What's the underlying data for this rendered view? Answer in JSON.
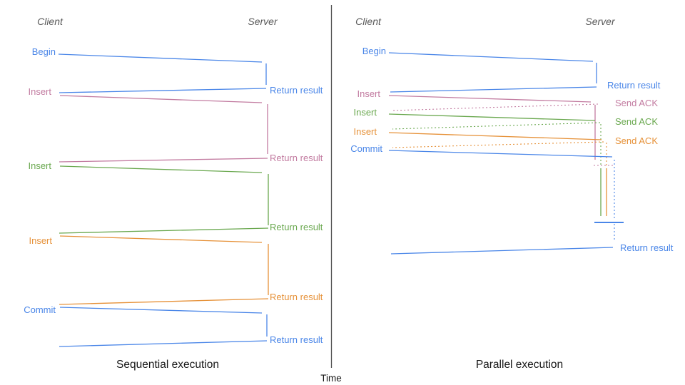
{
  "left": {
    "client_header": "Client",
    "server_header": "Server",
    "caption": "Sequential execution",
    "rows": [
      {
        "label": "Begin",
        "result": "Return result"
      },
      {
        "label": "Insert",
        "result": "Return result"
      },
      {
        "label": "Insert",
        "result": "Return result"
      },
      {
        "label": "Insert",
        "result": "Return result"
      },
      {
        "label": "Commit",
        "result": "Return result"
      }
    ]
  },
  "right": {
    "client_header": "Client",
    "server_header": "Server",
    "caption": "Parallel execution",
    "rows": [
      {
        "label": "Begin",
        "result": "Return result"
      },
      {
        "label": "Insert",
        "ack": "Send ACK"
      },
      {
        "label": "Insert",
        "ack": "Send ACK"
      },
      {
        "label": "Insert",
        "ack": "Send ACK"
      },
      {
        "label": "Commit",
        "result": "Return result"
      }
    ]
  },
  "time_axis": {
    "label": "Time"
  },
  "colors": {
    "begin_commit": "#4a86e8",
    "insert1": "#c27ba0",
    "insert2": "#6aa84f",
    "insert3": "#e69138",
    "axis": "#4d4d4d"
  }
}
